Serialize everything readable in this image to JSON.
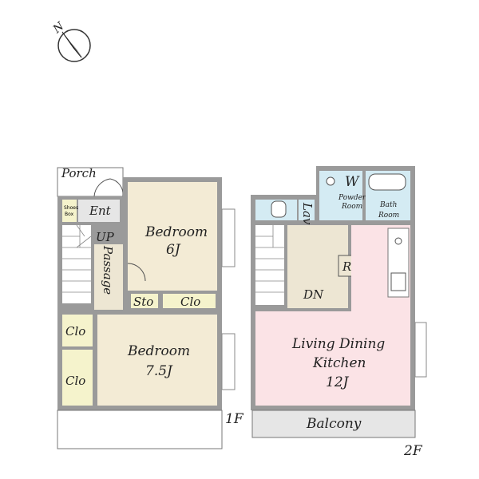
{
  "floor1": {
    "label": "1F",
    "rooms": {
      "porch": "Porch",
      "shoes_box": "Shoes Box",
      "ent": "Ent",
      "up": "UP",
      "passage": "Passage",
      "bedroom_upper": "Bedroom",
      "bedroom_upper_size": "6J",
      "sto": "Sto",
      "clo_upper": "Clo",
      "clo_left_top": "Clo",
      "clo_left_bottom": "Clo",
      "bedroom_lower": "Bedroom",
      "bedroom_lower_size": "7.5J"
    }
  },
  "floor2": {
    "label": "2F",
    "rooms": {
      "lav": "Lav",
      "w": "W",
      "powder_room": "Powder Room",
      "bath_room": "Bath Room",
      "r": "R",
      "dn": "DN",
      "ldk_line1": "Living Dining",
      "ldk_line2": "Kitchen",
      "ldk_size": "12J",
      "balcony": "Balcony"
    }
  },
  "compass": {
    "north_label": "N"
  },
  "colors": {
    "wall": "#9a9a9a",
    "bedroom": "#f3ebd5",
    "ldk": "#fbe3e6",
    "wet": "#d4ebf3",
    "closet": "#f5f3cc",
    "passage": "#ede6d3",
    "balcony": "#e6e6e6"
  }
}
